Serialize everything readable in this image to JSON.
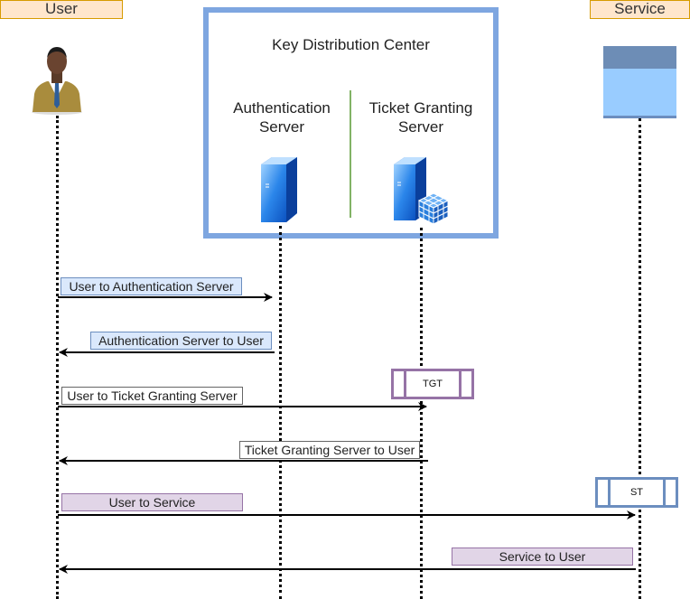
{
  "actors": {
    "user": {
      "label": "User"
    },
    "service": {
      "label": "Service"
    }
  },
  "kdc": {
    "title": "Key Distribution Center",
    "auth_server": {
      "line1": "Authentication",
      "line2": "Server"
    },
    "tgs": {
      "line1": "Ticket Granting",
      "line2": "Server"
    }
  },
  "messages": [
    {
      "label": "User to Authentication Server"
    },
    {
      "label": "Authentication Server to User"
    },
    {
      "label": "User to Ticket Granting Server"
    },
    {
      "label": "Ticket Granting Server to User"
    },
    {
      "label": "User to Service"
    },
    {
      "label": "Service to User"
    }
  ],
  "tickets": {
    "tgt": {
      "label": "TGT"
    },
    "st": {
      "label": "ST"
    }
  },
  "colors": {
    "actor_fill": "#ffe6cc",
    "actor_border": "#d79b00",
    "kdc_border": "#7ea6e0",
    "blue_fill": "#dae8fc",
    "purple_fill": "#e1d5e7",
    "tgt_border": "#9673a6",
    "st_border": "#6c8ebf"
  }
}
